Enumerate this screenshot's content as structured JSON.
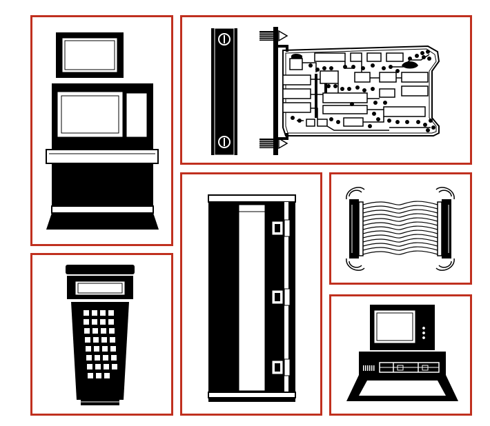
{
  "theme": {
    "frame_color": "#c0301f",
    "ink_color": "#000000",
    "paper_color": "#ffffff"
  },
  "panels": [
    {
      "id": "operator-workstation",
      "icon": "operator-workstation-icon"
    },
    {
      "id": "io-circuit-board",
      "icon": "circuit-board-icon"
    },
    {
      "id": "handheld-terminal",
      "icon": "handheld-terminal-icon"
    },
    {
      "id": "equipment-cabinet",
      "icon": "cabinet-rack-icon"
    },
    {
      "id": "ribbon-cable",
      "icon": "ribbon-cable-icon"
    },
    {
      "id": "personal-computer",
      "icon": "personal-computer-icon"
    }
  ]
}
